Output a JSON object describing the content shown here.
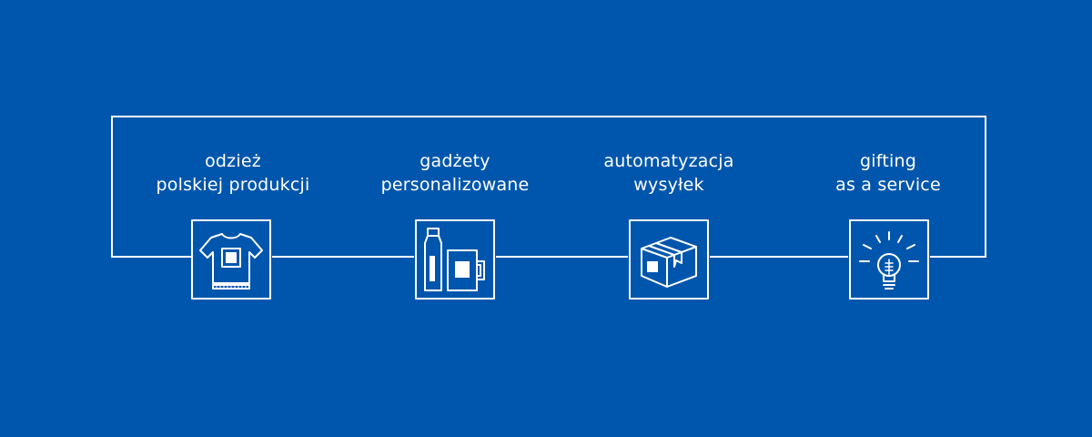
{
  "steps": [
    {
      "line1": "odzież",
      "line2": "polskiej produkcji",
      "icon": "tshirt-icon"
    },
    {
      "line1": "gadżety",
      "line2": "personalizowane",
      "icon": "bottle-mug-icon"
    },
    {
      "line1": "automatyzacja",
      "line2": "wysyłek",
      "icon": "shipping-box-icon"
    },
    {
      "line1": "gifting",
      "line2": "as a service",
      "icon": "lightbulb-icon"
    }
  ],
  "colors": {
    "background": "#0056ac",
    "foreground": "#ffffff"
  }
}
